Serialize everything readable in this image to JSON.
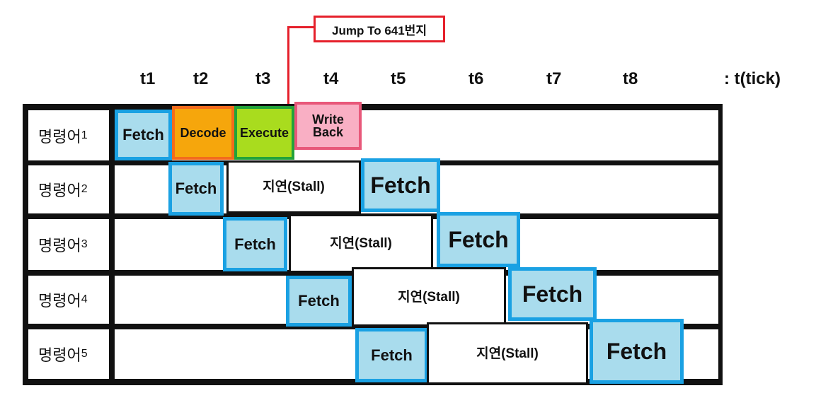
{
  "callout": {
    "text": "Jump To 641번지",
    "color": "#e5202b"
  },
  "ticks": [
    "t1",
    "t2",
    "t3",
    "t4",
    "t5",
    "t6",
    "t7",
    "t8"
  ],
  "tick_unit": ": t(tick)",
  "rows": [
    {
      "label": "명령어",
      "num": "1"
    },
    {
      "label": "명령어",
      "num": "2"
    },
    {
      "label": "명령어",
      "num": "3"
    },
    {
      "label": "명령어",
      "num": "4"
    },
    {
      "label": "명령어",
      "num": "5"
    }
  ],
  "stages": {
    "fetch": "Fetch",
    "decode": "Decode",
    "execute": "Execute",
    "write_back_1": "Write",
    "write_back_2": "Back",
    "stall": "지연(Stall)"
  },
  "colors": {
    "fetch_fill": "#a9dced",
    "fetch_border": "#1aa1e3",
    "decode_fill": "#f6a60c",
    "execute_fill": "#a9dc1e",
    "writeback_fill": "#f9afc4"
  }
}
